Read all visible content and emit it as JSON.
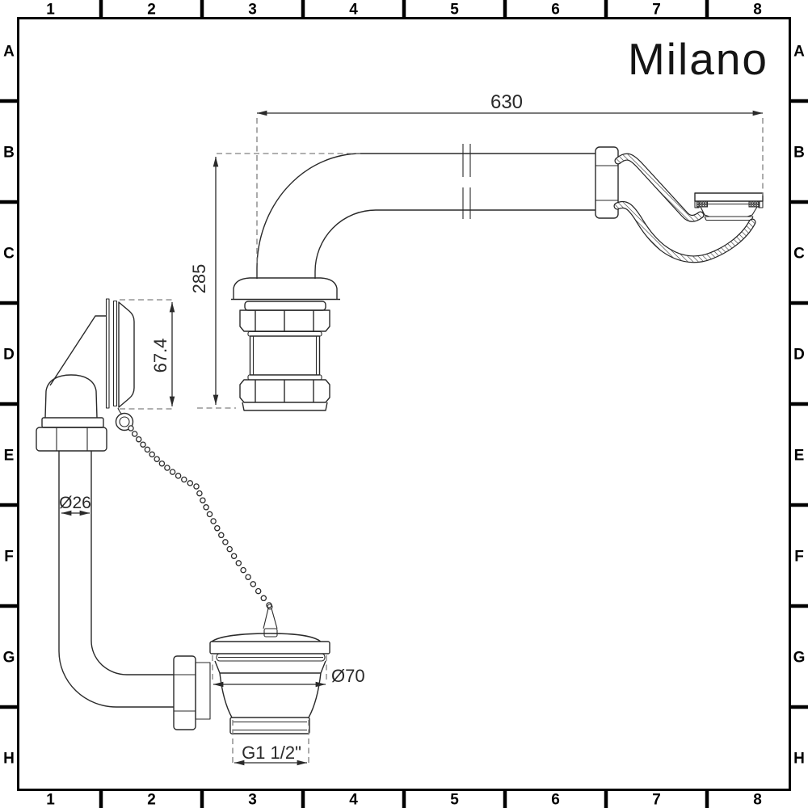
{
  "brand": {
    "logo": "Milano"
  },
  "frame": {
    "columns": [
      "1",
      "2",
      "3",
      "4",
      "5",
      "6",
      "7",
      "8"
    ],
    "rows": [
      "A",
      "B",
      "C",
      "D",
      "E",
      "F",
      "G",
      "H"
    ]
  },
  "dimensions": {
    "overall_length": "630",
    "overall_height": "285",
    "plug_face_height": "67.4",
    "pipe_diameter": "Ø26",
    "waste_flange_diameter": "Ø70",
    "outlet_thread": "G1 1/2\""
  },
  "colors": {
    "background": "#ffffff",
    "line": "#2a2a2a",
    "dashed_line": "#808080",
    "frame": "#000000"
  }
}
